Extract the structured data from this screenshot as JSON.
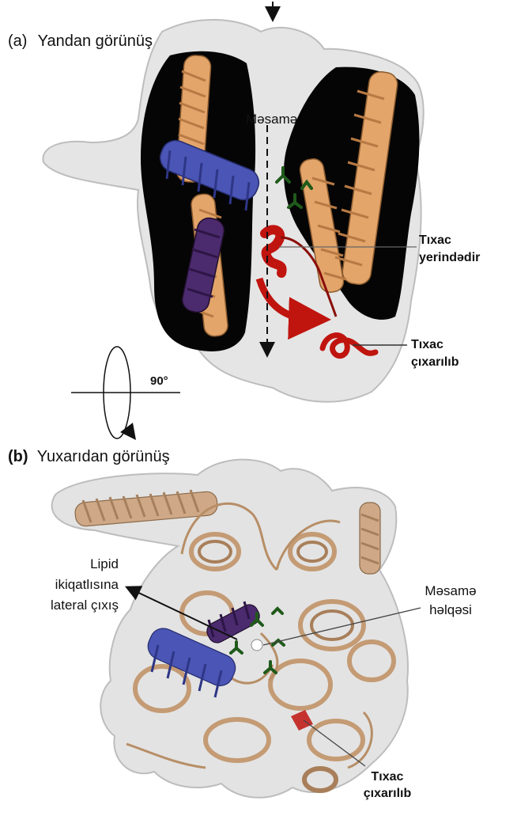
{
  "panel_a": {
    "letter": "(a)",
    "title": "Yandan görünüş",
    "pore_label": "Məsamə",
    "plug_in_place": [
      "Tıxac",
      "yerindədir"
    ],
    "plug_removed": [
      "Tıxac",
      "çıxarılıb"
    ]
  },
  "rotation": {
    "angle": "90°"
  },
  "panel_b": {
    "letter": "(b)",
    "title": "Yuxarıdan görünüş",
    "lateral_exit": [
      "Lipid",
      "ikiqatlısına",
      "lateral çıxış"
    ],
    "pore_ring": [
      "Məsamə",
      "həlqəsi"
    ],
    "plug_removed": [
      "Tıxac",
      "çıxarılıb"
    ]
  },
  "colors": {
    "helix_tan": "#e3a56a",
    "helix_tan_top": "#cfa987",
    "helix_blue": "#4a55b5",
    "helix_purple": "#4b2a6e",
    "plug_red": "#c0140f",
    "residue_green": "#1f5a1a",
    "membrane_black": "#050505",
    "surface_gray": "#d8d8d8"
  }
}
